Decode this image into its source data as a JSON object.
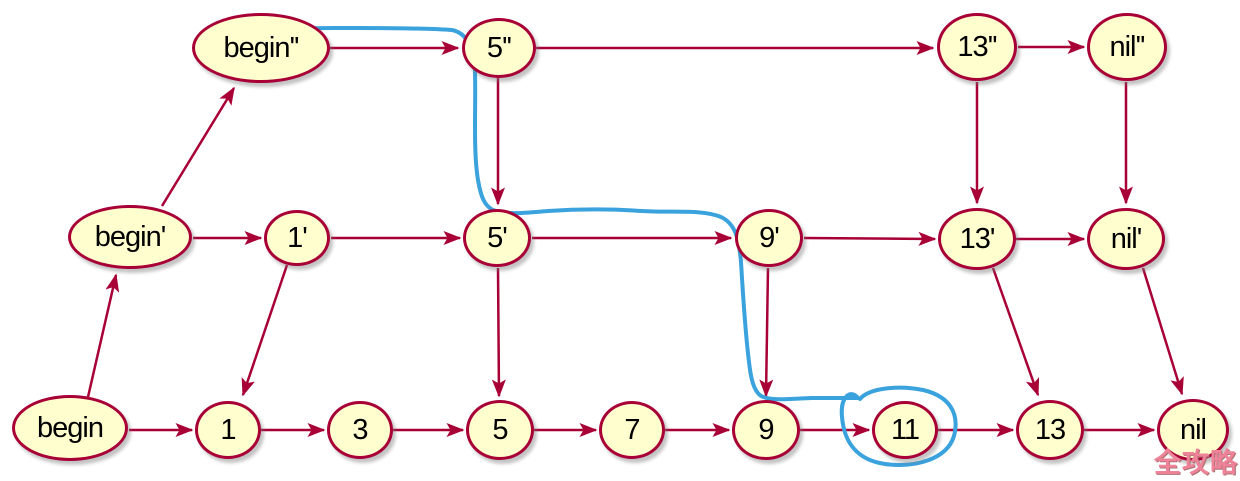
{
  "diagram_type": "skip-list",
  "colors": {
    "node_fill": "#fefece",
    "node_border": "#a80036",
    "arrow": "#a80036",
    "highlight": "#3aa2dd",
    "watermark": "#ee8298",
    "text": "#000000"
  },
  "nodes": {
    "top": [
      "begin''",
      "5''",
      "13''",
      "nil''"
    ],
    "middle": [
      "begin'",
      "1'",
      "5'",
      "9'",
      "13'",
      "nil'"
    ],
    "bottom": [
      "begin",
      "1",
      "3",
      "5",
      "7",
      "9",
      "11",
      "13",
      "nil"
    ]
  },
  "edges": {
    "horizontal": [
      [
        "begin''",
        "5''"
      ],
      [
        "5''",
        "13''"
      ],
      [
        "13''",
        "nil''"
      ],
      [
        "begin'",
        "1'"
      ],
      [
        "1'",
        "5'"
      ],
      [
        "5'",
        "9'"
      ],
      [
        "9'",
        "13'"
      ],
      [
        "13'",
        "nil'"
      ],
      [
        "begin",
        "1"
      ],
      [
        "1",
        "3"
      ],
      [
        "3",
        "5"
      ],
      [
        "5",
        "7"
      ],
      [
        "7",
        "9"
      ],
      [
        "9",
        "11"
      ],
      [
        "11",
        "13"
      ],
      [
        "13",
        "nil"
      ]
    ],
    "down": [
      [
        "5''",
        "5'"
      ],
      [
        "5'",
        "5"
      ],
      [
        "9'",
        "9"
      ],
      [
        "13''",
        "13'"
      ],
      [
        "nil''",
        "nil'"
      ],
      [
        "1'",
        "1"
      ],
      [
        "13'",
        "13"
      ],
      [
        "nil'",
        "nil"
      ]
    ],
    "up": [
      [
        "begin",
        "begin'"
      ],
      [
        "begin'",
        "begin''"
      ]
    ]
  },
  "highlight": {
    "path": [
      "begin''",
      "5''",
      "5'",
      "9'",
      "9",
      "11"
    ],
    "circled_node": "11"
  },
  "watermark": {
    "text": "全攻略"
  }
}
